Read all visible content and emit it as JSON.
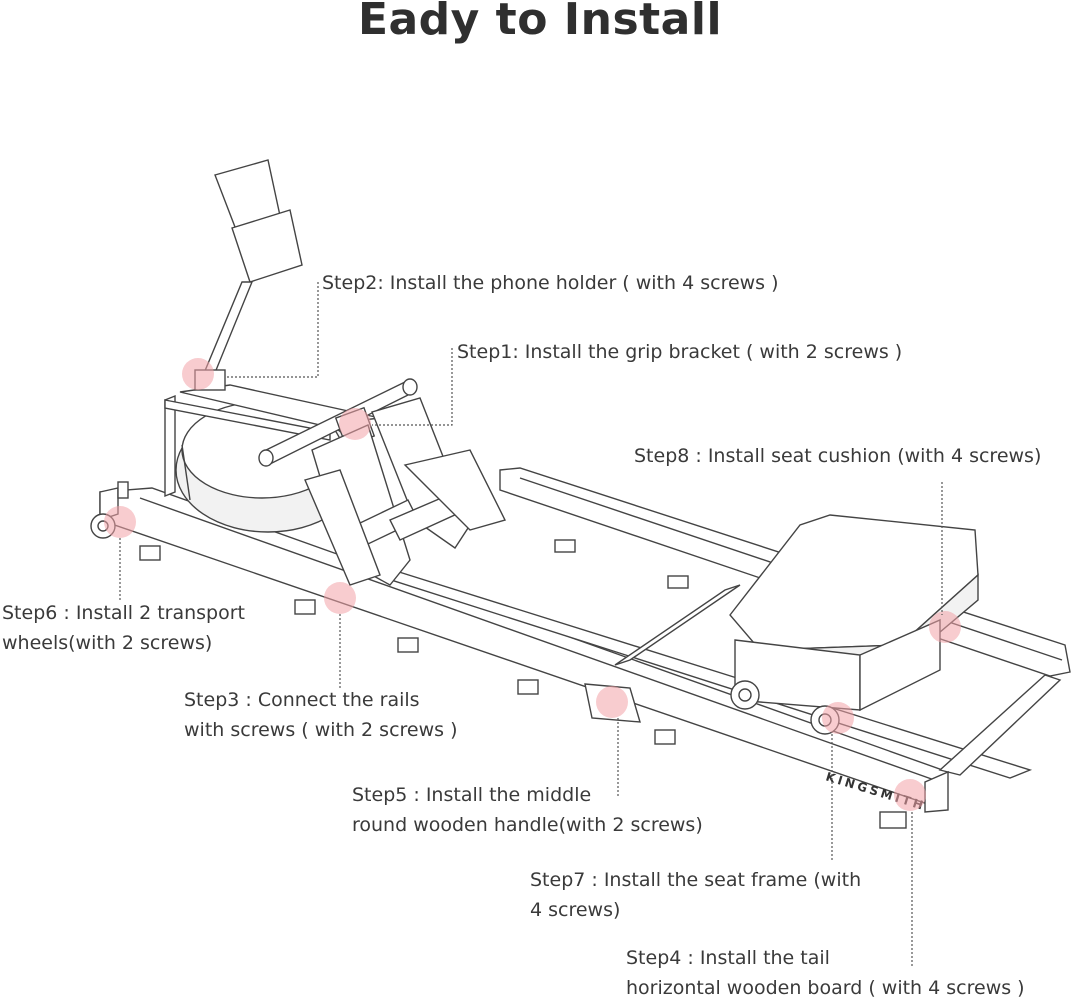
{
  "title": "Eady to Install",
  "brand": "KINGSMITH",
  "highlight_color": "#f3a3a8",
  "steps": {
    "step1": {
      "lines": [
        "Step1: Install the grip bracket ( with 2 screws )"
      ]
    },
    "step2": {
      "lines": [
        "Step2: Install the phone holder ( with 4 screws )"
      ]
    },
    "step3": {
      "lines": [
        "Step3 : Connect the rails",
        "with screws ( with 2 screws )"
      ]
    },
    "step4": {
      "lines": [
        "Step4 : Install the tail",
        "horizontal wooden board ( with 4 screws )"
      ]
    },
    "step5": {
      "lines": [
        "Step5 : Install the middle",
        "round wooden handle(with 2 screws)"
      ]
    },
    "step6": {
      "lines": [
        "Step6 : Install 2 transport",
        "wheels(with 2 screws)"
      ]
    },
    "step7": {
      "lines": [
        "Step7 : Install the seat frame (with",
        "4 screws)"
      ]
    },
    "step8": {
      "lines": [
        "Step8 : Install seat cushion (with 4 screws)"
      ]
    }
  }
}
